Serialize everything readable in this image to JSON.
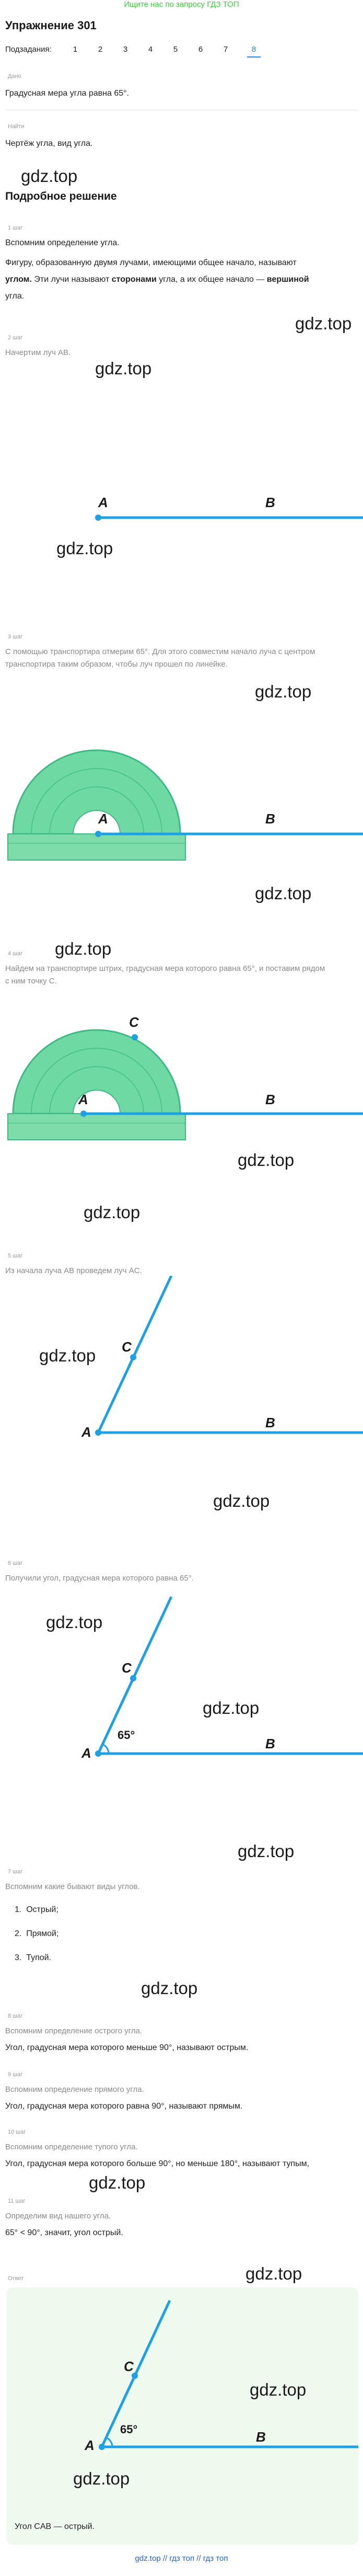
{
  "top_link": "Ищите нас по запросу ГДЗ ТОП",
  "title": "Упражнение 301",
  "subtasks": {
    "label": "Подзадания:",
    "items": [
      "1",
      "2",
      "3",
      "4",
      "5",
      "6",
      "7",
      "8"
    ],
    "active": "8"
  },
  "given": {
    "label": "Дано",
    "text": "Градусная мера угла равна 65°."
  },
  "find": {
    "label": "Найти",
    "text": "Чертёж угла, вид угла."
  },
  "watermark": "gdz.top",
  "solution_heading": "Подробное решение",
  "steps": [
    {
      "label": "1 шаг",
      "intro": "Вспомним определение угла.",
      "definition_1": "Фигуру, образованную двумя лучами, имеющими общее начало, называют",
      "definition_2_pre": "углом.",
      "definition_2_mid": " Эти лучи называют ",
      "definition_2_bold": "сторонами",
      "definition_2_post": " угла, а их общее начало — ",
      "definition_2_bold2": "вершиной",
      "definition_3": "угла."
    },
    {
      "label": "2 шаг",
      "text": "Начертим луч AB."
    },
    {
      "label": "3 шаг",
      "text_1": "С помощью транспортира отмерим 65°. Для этого совместим начало луча с центром",
      "text_2": "транспортира таким образом, чтобы луч прошел по линейке."
    },
    {
      "label": "4 шаг",
      "text_1": "Найдем на транспортире штрих, градусная мера которого равна 65°, и поставим рядом",
      "text_2": "с ним точку C."
    },
    {
      "label": "5 шаг",
      "text": "Из начала луча AB проведем луч AC."
    },
    {
      "label": "6 шаг",
      "text": "Получили угол, градусная мера которого равна 65°."
    },
    {
      "label": "7 шаг",
      "text": "Вспомним какие бывают виды углов.",
      "list": [
        "Острый;",
        "Прямой;",
        "Тупой."
      ]
    },
    {
      "label": "8 шаг",
      "text_1": "Вспомним определение острого угла.",
      "text_2": "Угол, градусная мера которого меньше 90°, называют острым."
    },
    {
      "label": "9 шаг",
      "text_1": "Вспомним определение прямого угла.",
      "text_2": "Угол, градусная мера которого равна 90°, называют прямым."
    },
    {
      "label": "10 шаг",
      "text_1": "Вспомним определение тупого угла.",
      "text_2": "Угол, градусная мера которого больше 90°, но меньше 180°, называют тупым,"
    },
    {
      "label": "11 шаг",
      "text_1": "Определим вид нашего угла.",
      "text_2": "65° < 90°, значит, угол острый."
    }
  ],
  "figure": {
    "point_a": "A",
    "point_b": "B",
    "point_c": "C",
    "angle_label": "65°",
    "line_color": "#1ea0e6",
    "protractor_color": "#4ccf8c"
  },
  "answer": {
    "label": "Ответ",
    "text": "Угол CAB — острый."
  },
  "bottom_links": "gdz.top // гдз топ // гдз топ"
}
